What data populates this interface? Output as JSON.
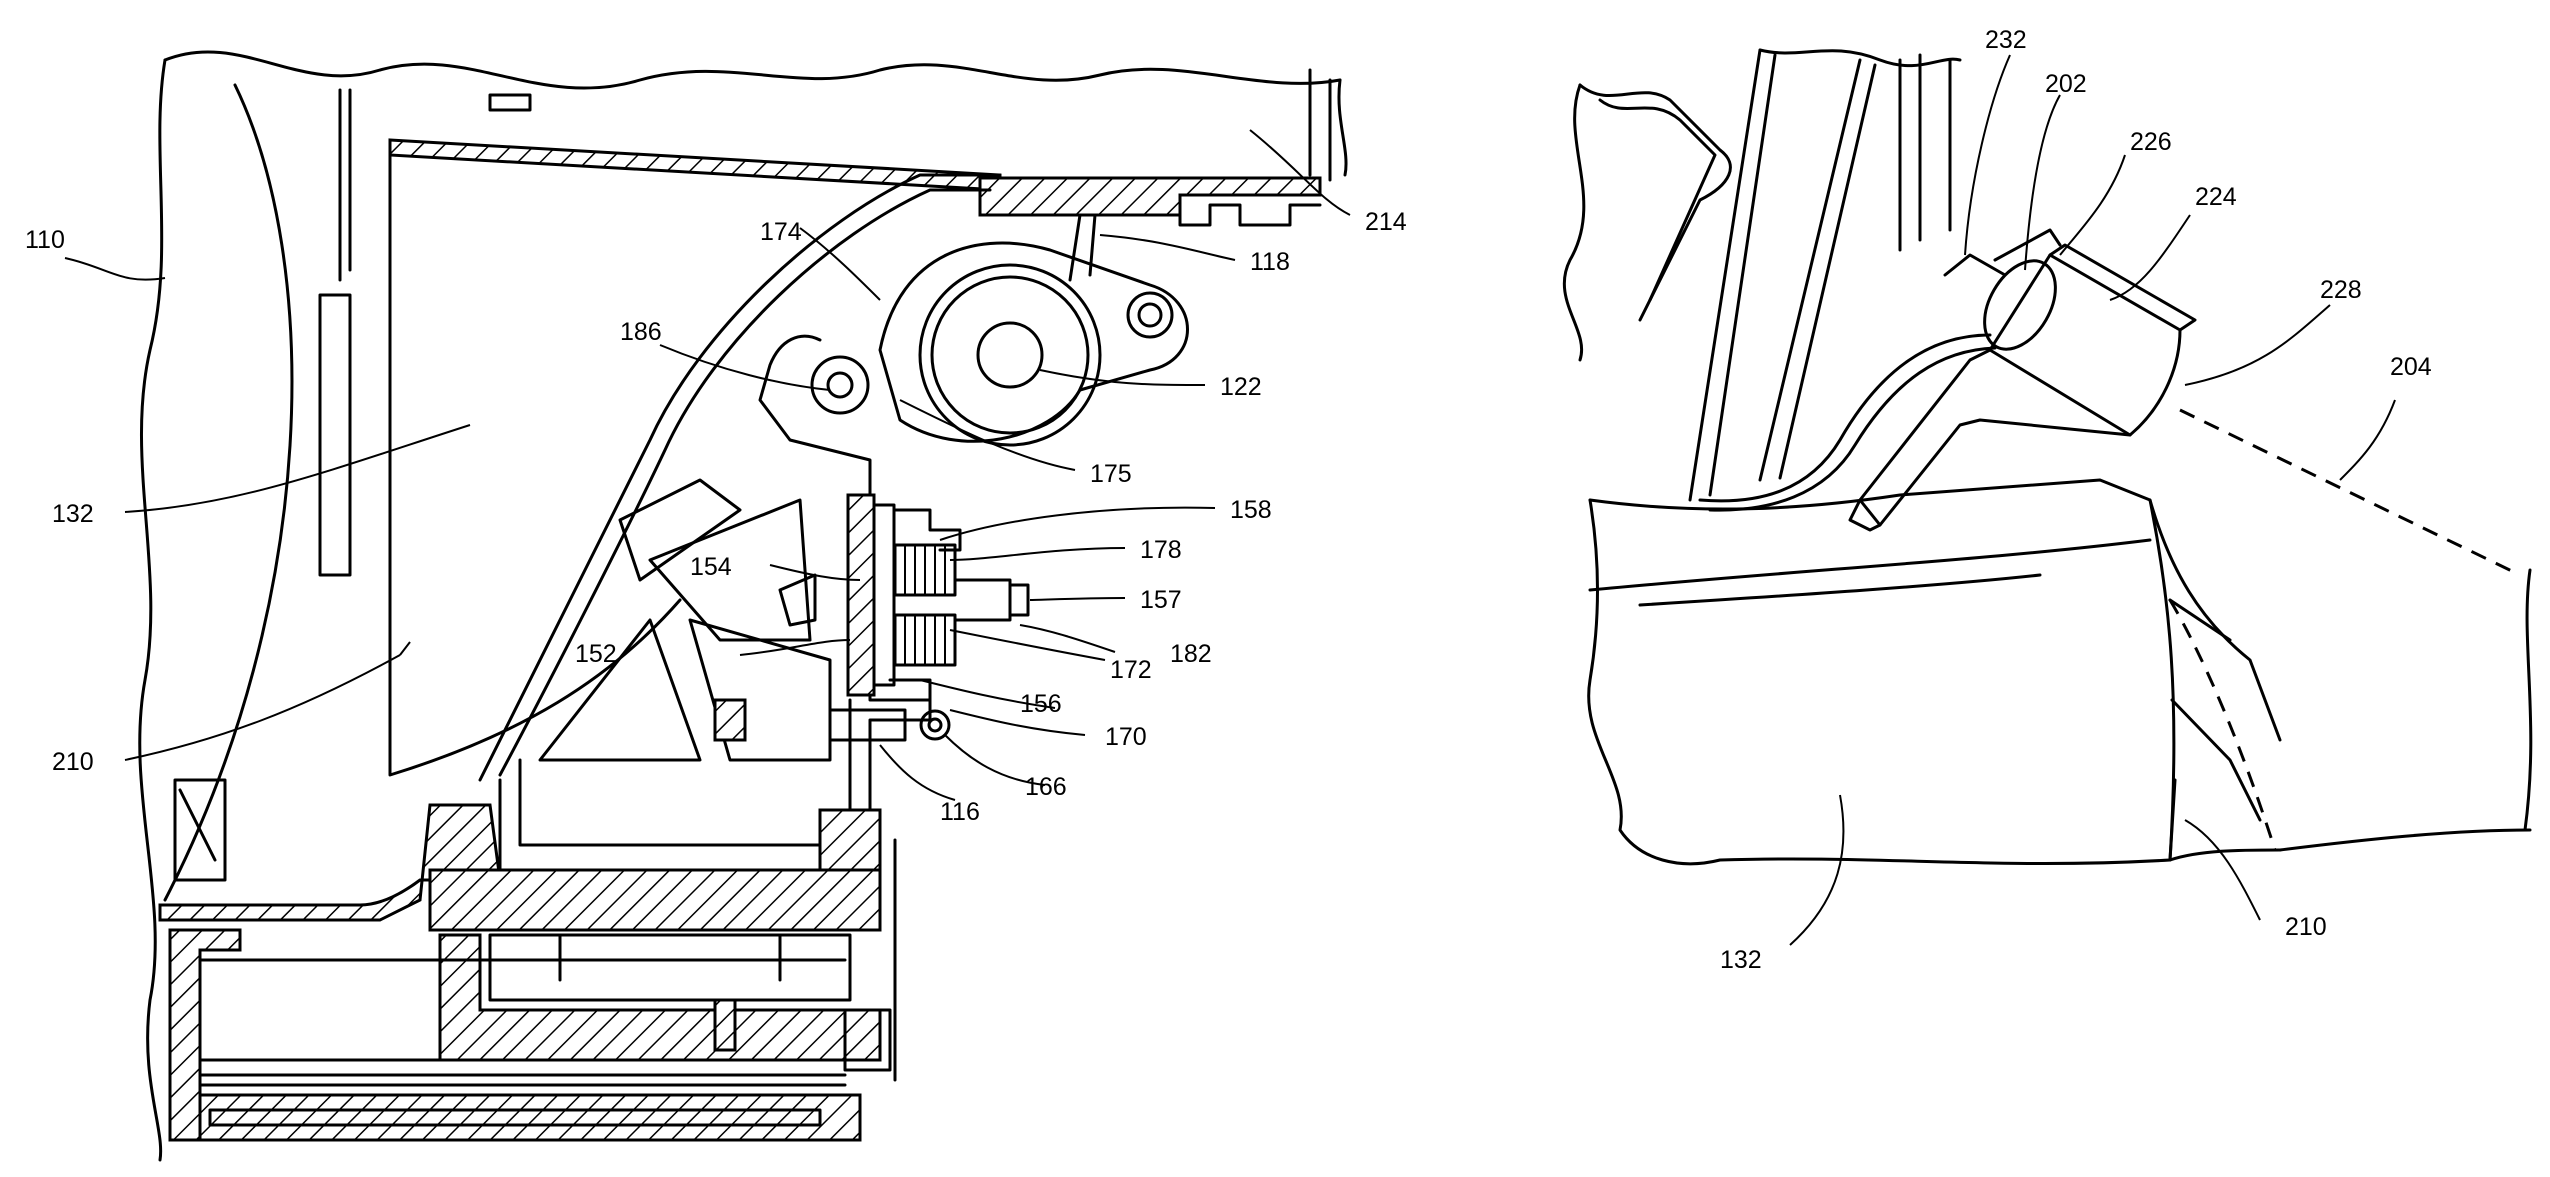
{
  "colors": {
    "ink": "#000000",
    "paper": "#ffffff"
  },
  "left_view": {
    "labels": {
      "l110": "110",
      "l132": "132",
      "l210": "210",
      "l214": "214",
      "l174": "174",
      "l118": "118",
      "l186": "186",
      "l122": "122",
      "l175": "175",
      "l158": "158",
      "l178": "178",
      "l154": "154",
      "l157": "157",
      "l182": "182",
      "l152": "152",
      "l172": "172",
      "l156": "156",
      "l170": "170",
      "l166": "166",
      "l116": "116"
    }
  },
  "right_view": {
    "labels": {
      "l232": "232",
      "l202": "202",
      "l226": "226",
      "l224": "224",
      "l228": "228",
      "l204": "204",
      "l132": "132",
      "l210": "210"
    }
  }
}
